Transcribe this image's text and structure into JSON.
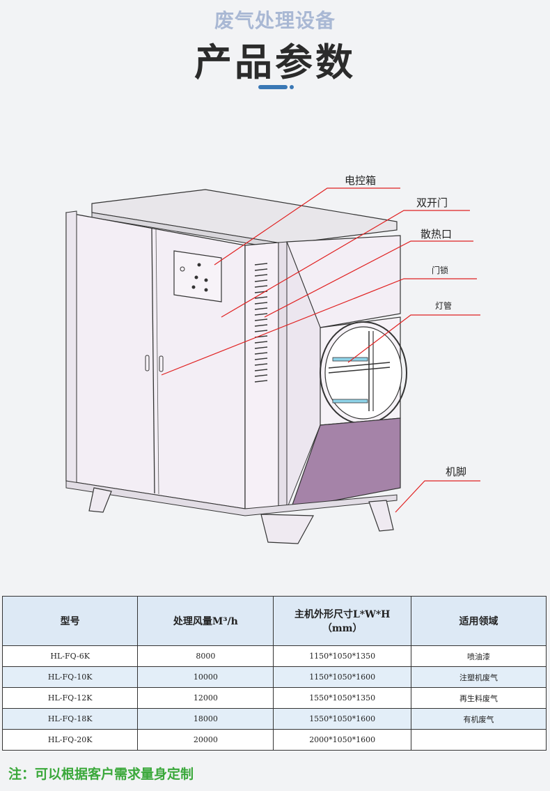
{
  "header": {
    "subtitle": "废气处理设备",
    "title": "产品参数"
  },
  "callouts": [
    {
      "id": "control-box",
      "label": "电控箱"
    },
    {
      "id": "double-door",
      "label": "双开门"
    },
    {
      "id": "vent",
      "label": "散热口"
    },
    {
      "id": "door-lock",
      "label": "门锁"
    },
    {
      "id": "lamp-tube",
      "label": "灯管"
    },
    {
      "id": "machine-feet",
      "label": "机脚"
    }
  ],
  "table": {
    "headers": [
      "型号",
      "处理风量M³/h",
      "主机外形尺寸L*W*H",
      "（mm）",
      "适用领域"
    ],
    "rows": [
      {
        "model": "HL-FQ-6K",
        "airflow": "8000",
        "size": "1150*1050*1350",
        "use": "喷油漆"
      },
      {
        "model": "HL-FQ-10K",
        "airflow": "10000",
        "size": "1150*1050*1600",
        "use": "注塑机废气"
      },
      {
        "model": "HL-FQ-12K",
        "airflow": "12000",
        "size": "1550*1050*1350",
        "use": "再生料废气"
      },
      {
        "model": "HL-FQ-18K",
        "airflow": "18000",
        "size": "1550*1050*1600",
        "use": "有机废气"
      },
      {
        "model": "HL-FQ-20K",
        "airflow": "20000",
        "size": "2000*1050*1600",
        "use": ""
      }
    ]
  },
  "note": "注：可以根据客户需求量身定制",
  "colors": {
    "accent": "#3a78b5",
    "note_green": "#3aa83a",
    "header_row": "#dde9f5",
    "alt_row": "#e3eef8",
    "callout_line": "#e02020",
    "purple_panel": "#a583a8"
  }
}
